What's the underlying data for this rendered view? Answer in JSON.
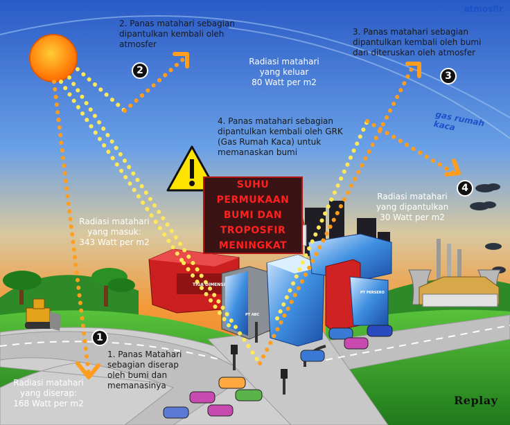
{
  "labels": {
    "atmosfer": "atmosfir",
    "gas_rumah_kaca": "gas rumah kaca",
    "replay": "Replay"
  },
  "steps": {
    "s1": {
      "number": "1",
      "text": "1. Panas Matahari\nsebagian diserap\noleh bumi dan\nmemanasinya"
    },
    "s2": {
      "number": "2",
      "text": "2. Panas matahari sebagian\ndipantulkan kembali oleh\natmosfer"
    },
    "s3": {
      "number": "3",
      "text": "3. Panas matahari sebagian\ndipantulkan kembali oleh bumi\ndan diteruskan oleh atmosfer"
    },
    "s4": {
      "number": "4",
      "text": "4. Panas matahari sebagian\ndipantulkan kembali oleh GRK\n(Gas Rumah Kaca) untuk\nmemanaskan bumi"
    }
  },
  "radiation": {
    "masuk": "Radiasi matahari\nyang masuk:\n343 Watt per m2",
    "keluar": "Radiasi matahari\nyang keluar\n80 Watt per m2",
    "dipantulkan": "Radiasi matahari\nyang dipantulkan\n30 Watt per m2",
    "diserap": "Radiasi matahari\nyang diserap:\n168 Watt per m2"
  },
  "warning": {
    "text": "SUHU\nPERMUKAAN\nBUMI DAN\nTROPOSFIR\nMENINGKAT"
  },
  "buildings": {
    "sign1": "TIGA DIMENSI",
    "sign2": "PT ABC",
    "sign3": "PT PERSERO"
  },
  "colors": {
    "sky_top": "#2d5cc8",
    "sky_bottom": "#f08a2a",
    "sun": "#ff8a00",
    "dots_yellow": "#ffe75a",
    "dots_orange": "#ff9d1e",
    "grass": "#2f9e2a",
    "warning_text": "#ff2020"
  }
}
